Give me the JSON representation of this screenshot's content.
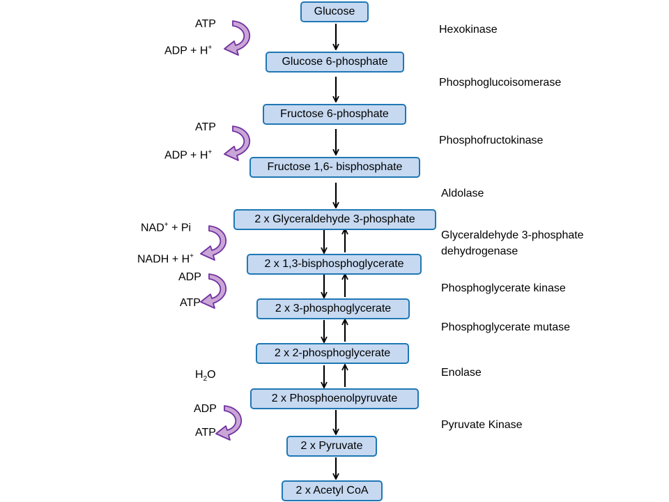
{
  "metabolites": [
    "Glucose",
    "Glucose 6-phosphate",
    "Fructose 6-phosphate",
    "Fructose 1,6- bisphosphate",
    "2 x Glyceraldehyde 3-phosphate",
    "2 x 1,3-bisphosphoglycerate",
    "2 x 3-phosphoglycerate",
    "2 x 2-phosphoglycerate",
    "2 x Phosphoenolpyruvate",
    "2 x Pyruvate",
    "2 x Acetyl CoA"
  ],
  "enzymes": {
    "hexokinase": "Hexokinase",
    "phosphoglucoisomerase": "Phosphoglucoisomerase",
    "phosphofructokinase": "Phosphofructokinase",
    "aldolase": "Aldolase",
    "gapdh_line1": "Glyceraldehyde 3-phosphate",
    "gapdh_line2": "dehydrogenase",
    "phosphoglycerate_kinase": "Phosphoglycerate kinase",
    "phosphoglycerate_mutase": "Phosphoglycerate mutase",
    "enolase": "Enolase",
    "pyruvate_kinase": "Pyruvate Kinase"
  },
  "cofactors": {
    "hexokinase_in": "ATP",
    "hexokinase_out": "ADP + H",
    "pfk_in": "ATP",
    "pfk_out": "ADP + H",
    "gapdh_in_a": "NAD",
    "gapdh_in_b": " + Pi",
    "gapdh_out": "NADH + H",
    "pgk_in": "ADP",
    "pgk_out": "ATP",
    "enolase_a": "H",
    "enolase_b": "O",
    "pk_in": "ADP",
    "pk_out": "ATP",
    "plus_sign": "+",
    "sub_two": "2"
  },
  "colors": {
    "box_fill": "#c6d9f1",
    "box_border": "#1f77b4",
    "curved_arrow_fill": "#c9a6d6",
    "curved_arrow_stroke": "#7030a0"
  }
}
